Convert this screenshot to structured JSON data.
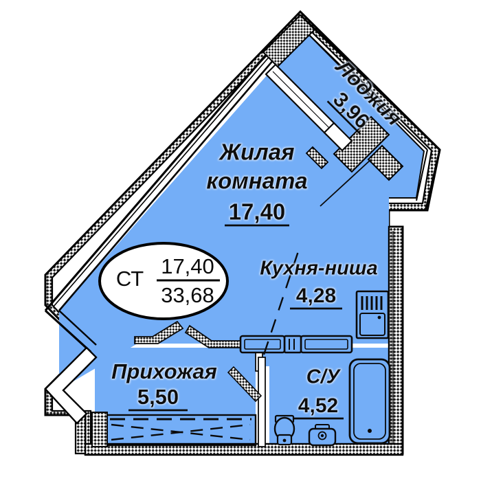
{
  "plan": {
    "colors": {
      "room_fill": "#74AEF7",
      "wall_stroke": "#000000",
      "wall_fill": "#ffffff",
      "hatch": "#1a1a1a",
      "text": "#0b0b0b",
      "fixture_stroke": "#111111",
      "background": "#ffffff"
    },
    "badge": {
      "type_label": "СТ",
      "living_area": "17,40",
      "total_area": "33,68"
    },
    "rooms": [
      {
        "id": "living-room",
        "name_line1": "Жилая",
        "name_line2": "комната",
        "area": "17,40"
      },
      {
        "id": "loggia",
        "name_line1": "Лоджия",
        "area": "3,96"
      },
      {
        "id": "kitchen-niche",
        "name_line1": "Кухня-ниша",
        "area": "4,28"
      },
      {
        "id": "hallway",
        "name_line1": "Прихожая",
        "area": "5,50"
      },
      {
        "id": "bathroom",
        "name_line1": "С/У",
        "area": "4,52"
      }
    ],
    "fixtures": [
      {
        "id": "bathtub",
        "icon": "bathtub-icon"
      },
      {
        "id": "toilet",
        "icon": "toilet-icon"
      },
      {
        "id": "washbasin",
        "icon": "washbasin-icon"
      },
      {
        "id": "kitchen-sink",
        "icon": "kitchen-sink-icon"
      },
      {
        "id": "cooktop",
        "icon": "cooktop-icon"
      },
      {
        "id": "water-heater",
        "icon": "water-heater-icon"
      },
      {
        "id": "wardrobe",
        "icon": "wardrobe-icon"
      },
      {
        "id": "balcony-door",
        "icon": "balcony-door-icon"
      },
      {
        "id": "entry-door",
        "icon": "entry-door-icon"
      }
    ]
  }
}
